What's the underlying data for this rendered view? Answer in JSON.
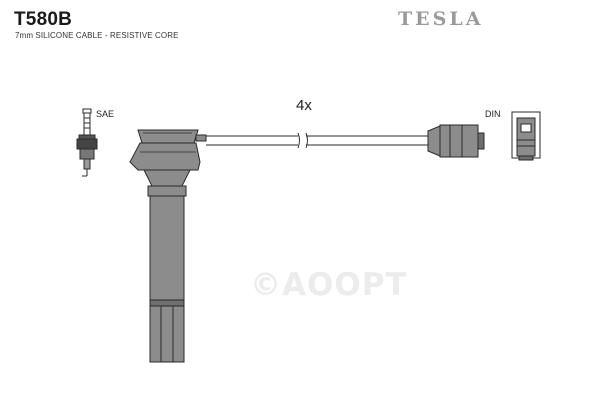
{
  "header": {
    "part_number": "T580B",
    "subtitle": "7mm SILICONE CABLE - RESISTIVE CORE",
    "brand": "TESLA"
  },
  "labels": {
    "sae": "SAE",
    "din": "DIN",
    "quantity": "4x"
  },
  "watermark": "©AOOPT",
  "colors": {
    "boot_fill": "#8c8c8c",
    "boot_dark": "#6f6f6f",
    "outline": "#2a2a2a",
    "brand_gray": "#9a9a9a"
  }
}
